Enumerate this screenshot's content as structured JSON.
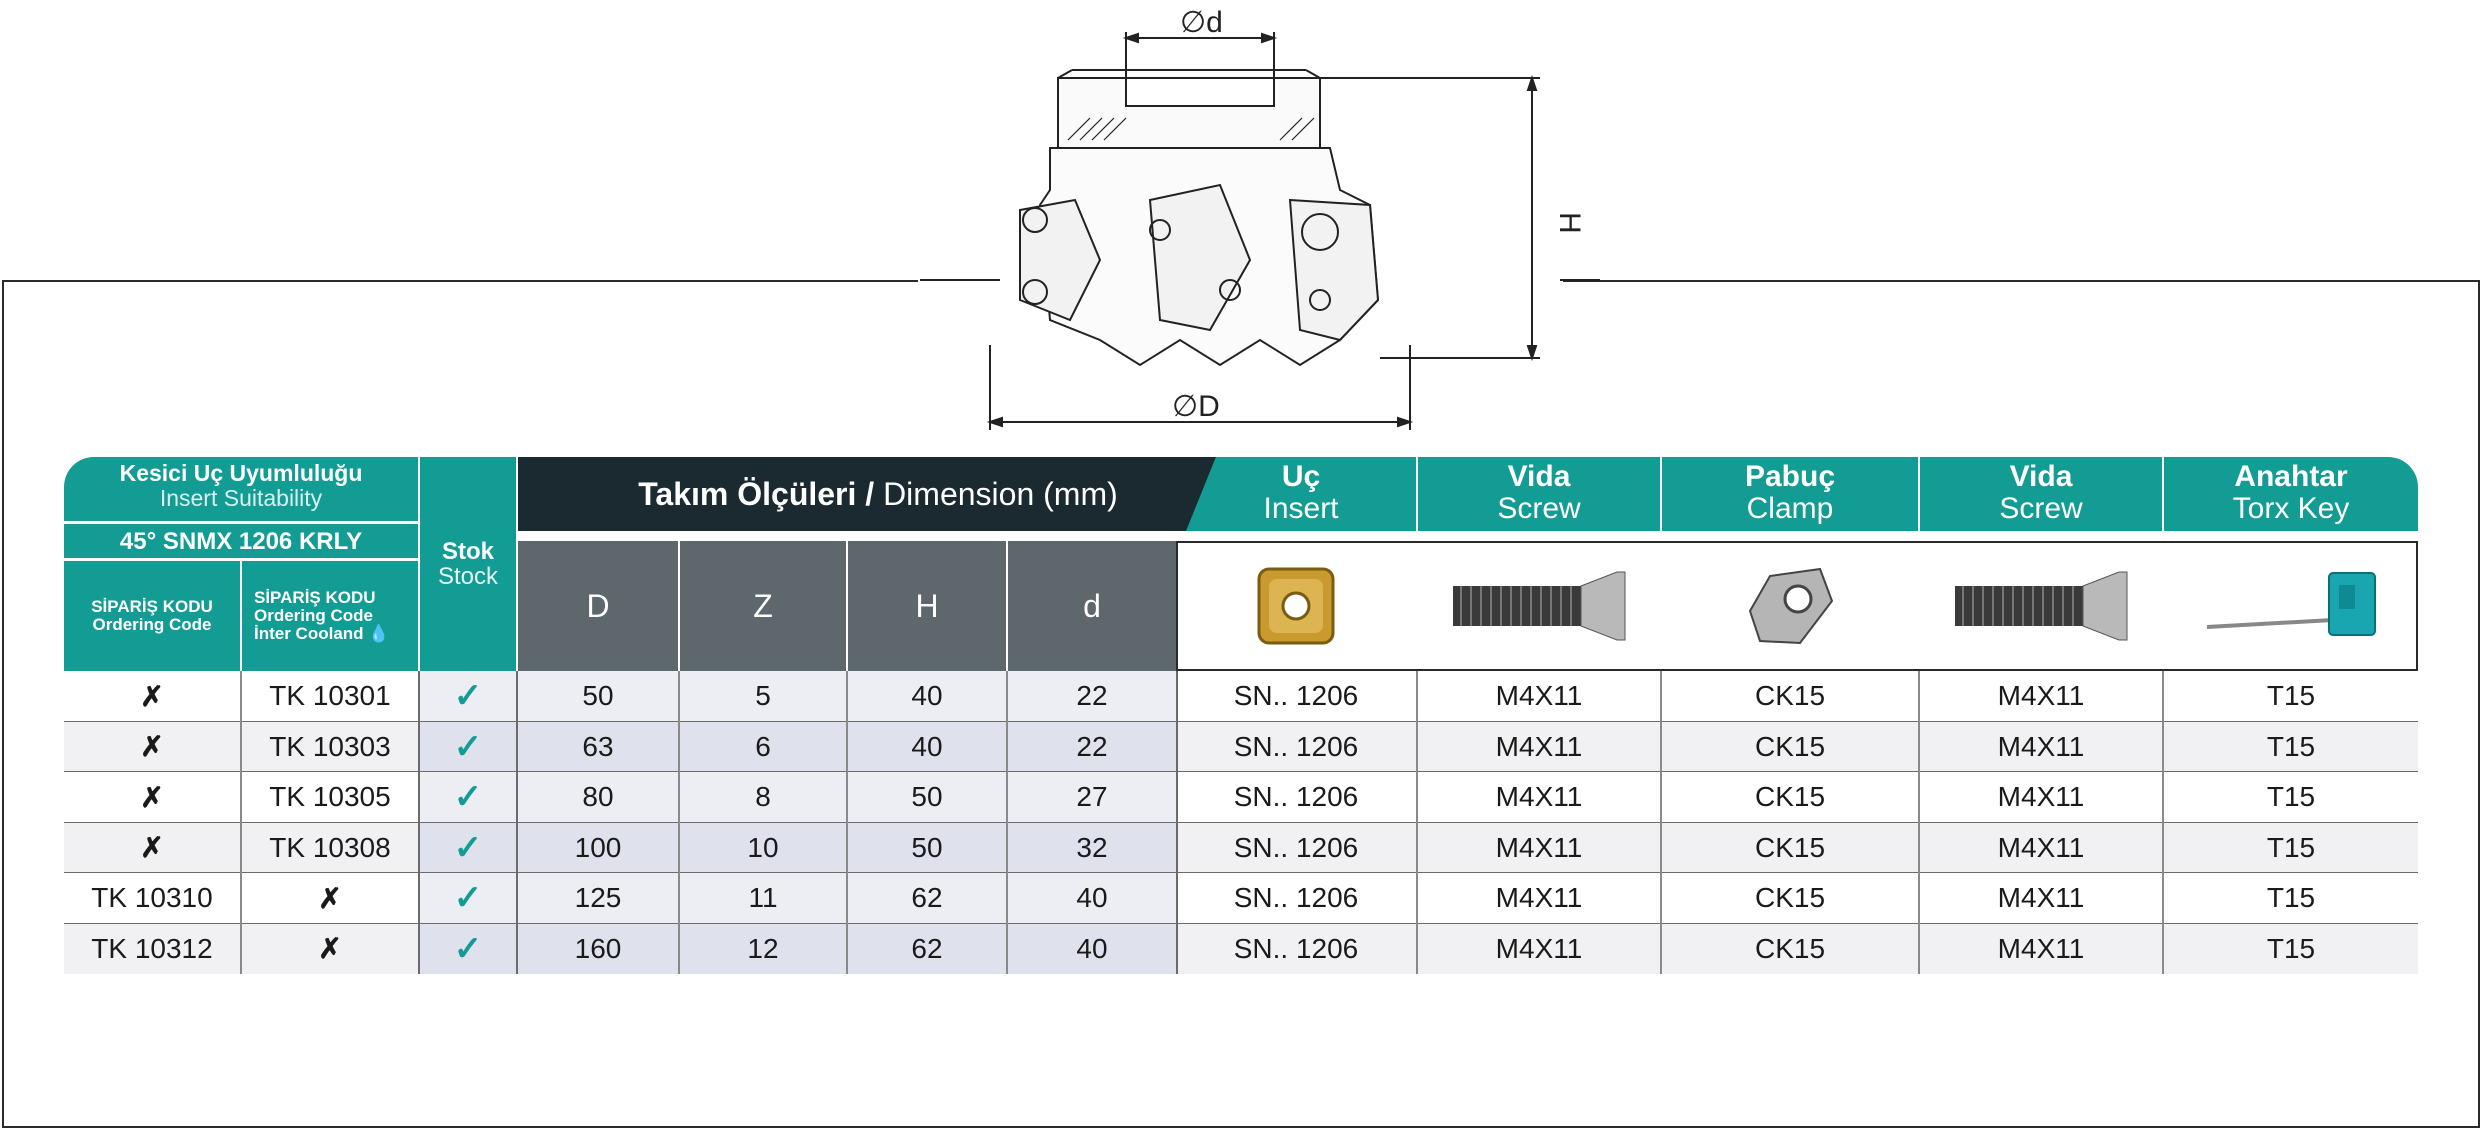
{
  "drawing": {
    "label_d": "∅d",
    "label_D": "∅D",
    "label_H": "H"
  },
  "headers": {
    "suitability_tr": "Kesici Uç Uyumluluğu",
    "suitability_en": "Insert Suitability",
    "insert_spec": "45° SNMX 1206 KRLY",
    "order_tr": "SİPARİŞ KODU",
    "order_en": "Ordering Code",
    "order2_tr": "SİPARİŞ KODU",
    "order2_en": "Ordering Code",
    "order2_extra": "İnter Cooland",
    "stock_tr": "Stok",
    "stock_en": "Stock",
    "dimension_tr": "Takım Ölçüleri /",
    "dimension_en": "Dimension (mm)",
    "col_D": "D",
    "col_Z": "Z",
    "col_H": "H",
    "col_d": "d",
    "insert_tr": "Uç",
    "insert_en": "Insert",
    "screw_tr": "Vida",
    "screw_en": "Screw",
    "clamp_tr": "Pabuç",
    "clamp_en": "Clamp",
    "screw2_tr": "Vida",
    "screw2_en": "Screw",
    "key_tr": "Anahtar",
    "key_en": "Torx Key"
  },
  "rows": [
    {
      "code": "✗",
      "code_cool": "TK 10301",
      "stock": "✓",
      "D": "50",
      "Z": "5",
      "H": "40",
      "d": "22",
      "insert": "SN.. 1206",
      "screw": "M4X11",
      "clamp": "CK15",
      "screw2": "M4X11",
      "key": "T15"
    },
    {
      "code": "✗",
      "code_cool": "TK 10303",
      "stock": "✓",
      "D": "63",
      "Z": "6",
      "H": "40",
      "d": "22",
      "insert": "SN.. 1206",
      "screw": "M4X11",
      "clamp": "CK15",
      "screw2": "M4X11",
      "key": "T15"
    },
    {
      "code": "✗",
      "code_cool": "TK 10305",
      "stock": "✓",
      "D": "80",
      "Z": "8",
      "H": "50",
      "d": "27",
      "insert": "SN.. 1206",
      "screw": "M4X11",
      "clamp": "CK15",
      "screw2": "M4X11",
      "key": "T15"
    },
    {
      "code": "✗",
      "code_cool": "TK 10308",
      "stock": "✓",
      "D": "100",
      "Z": "10",
      "H": "50",
      "d": "32",
      "insert": "SN.. 1206",
      "screw": "M4X11",
      "clamp": "CK15",
      "screw2": "M4X11",
      "key": "T15"
    },
    {
      "code": "TK 10310",
      "code_cool": "✗",
      "stock": "✓",
      "D": "125",
      "Z": "11",
      "H": "62",
      "d": "40",
      "insert": "SN.. 1206",
      "screw": "M4X11",
      "clamp": "CK15",
      "screw2": "M4X11",
      "key": "T15"
    },
    {
      "code": "TK 10312",
      "code_cool": "✗",
      "stock": "✓",
      "D": "160",
      "Z": "12",
      "H": "62",
      "d": "40",
      "insert": "SN.. 1206",
      "screw": "M4X11",
      "clamp": "CK15",
      "screw2": "M4X11",
      "key": "T15"
    }
  ],
  "colors": {
    "teal": "#139c94",
    "dark": "#1b2a30",
    "gray": "#5e676b",
    "band_light": "#dfe2ec"
  }
}
